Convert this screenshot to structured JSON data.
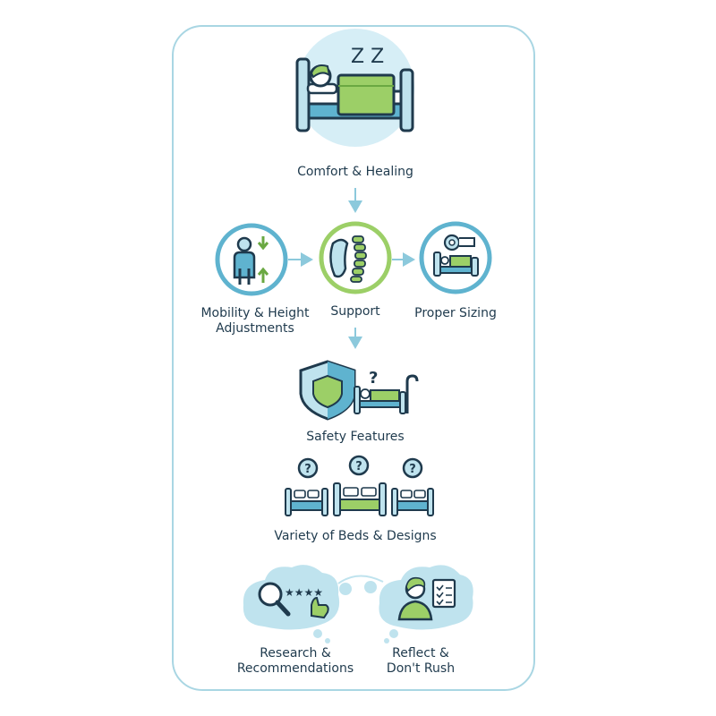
{
  "nodes": {
    "comfort": {
      "label": "Comfort & Healing"
    },
    "mobility": {
      "label_line1": "Mobility & Height",
      "label_line2": "Adjustments"
    },
    "support": {
      "label": "Support"
    },
    "sizing": {
      "label": "Proper Sizing"
    },
    "safety": {
      "label": "Safety Features"
    },
    "variety": {
      "label": "Variety of Beds & Designs"
    },
    "research": {
      "label_line1": "Research &",
      "label_line2": "Recommendations"
    },
    "reflect": {
      "label_line1": "Reflect &",
      "label_line2": "Don't Rush"
    }
  },
  "glyphs": {
    "sleep": "Z Z",
    "question": "?",
    "stars": "★★★★"
  },
  "colors": {
    "dark": "#1f3a4d",
    "blue": "#5fb3cf",
    "light_blue": "#d6eef6",
    "mid_blue": "#bfe3ee",
    "green": "#9ccf67",
    "green_dark": "#6aa842",
    "frame": "#a9d6e3"
  }
}
